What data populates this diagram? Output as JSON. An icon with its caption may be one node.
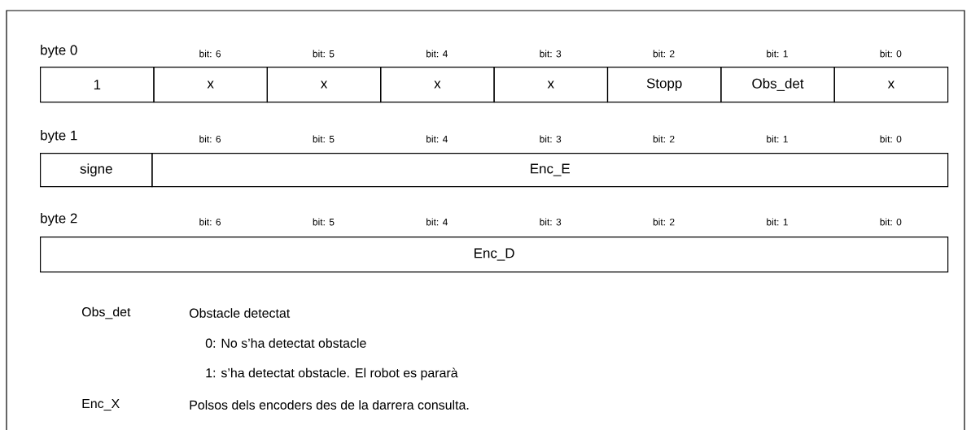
{
  "diagram": {
    "nodes": [
      {
        "text": [
          "1"
        ]
      },
      {
        "text": [
          "x"
        ]
      },
      {
        "text": [
          "x"
        ]
      },
      {
        "text": [
          "x"
        ]
      },
      {
        "text": [
          "x"
        ]
      },
      {
        "text": [
          "Stopp"
        ]
      },
      {
        "text": [
          "Obs_det"
        ]
      },
      {
        "text": [
          "x"
        ]
      },
      {
        "text": [
          "signe"
        ]
      },
      {
        "text": [
          "Enc_E"
        ]
      },
      {
        "text": [
          "Enc_D"
        ]
      }
    ],
    "labels": [
      "byte 0",
      "bit: 6",
      "bit: 5",
      "bit: 4",
      "bit: 3",
      "bit: 2",
      "bit: 1",
      "bit: 0",
      "byte 1",
      "bit: 6",
      "bit: 5",
      "bit: 4",
      "bit: 3",
      "bit: 2",
      "bit: 1",
      "bit: 0",
      "byte 2",
      "bit: 6",
      "bit: 5",
      "bit: 4",
      "bit: 3",
      "bit: 2",
      "bit: 1",
      "bit: 0",
      "Obs_det",
      "Obstacle detectat",
      "0: No s’ha detectat obstacle",
      "1: s’ha detectat obstacle. El robot es pararà",
      "Enc_X",
      "Polsos dels encoders des de la darrera consulta."
    ]
  }
}
